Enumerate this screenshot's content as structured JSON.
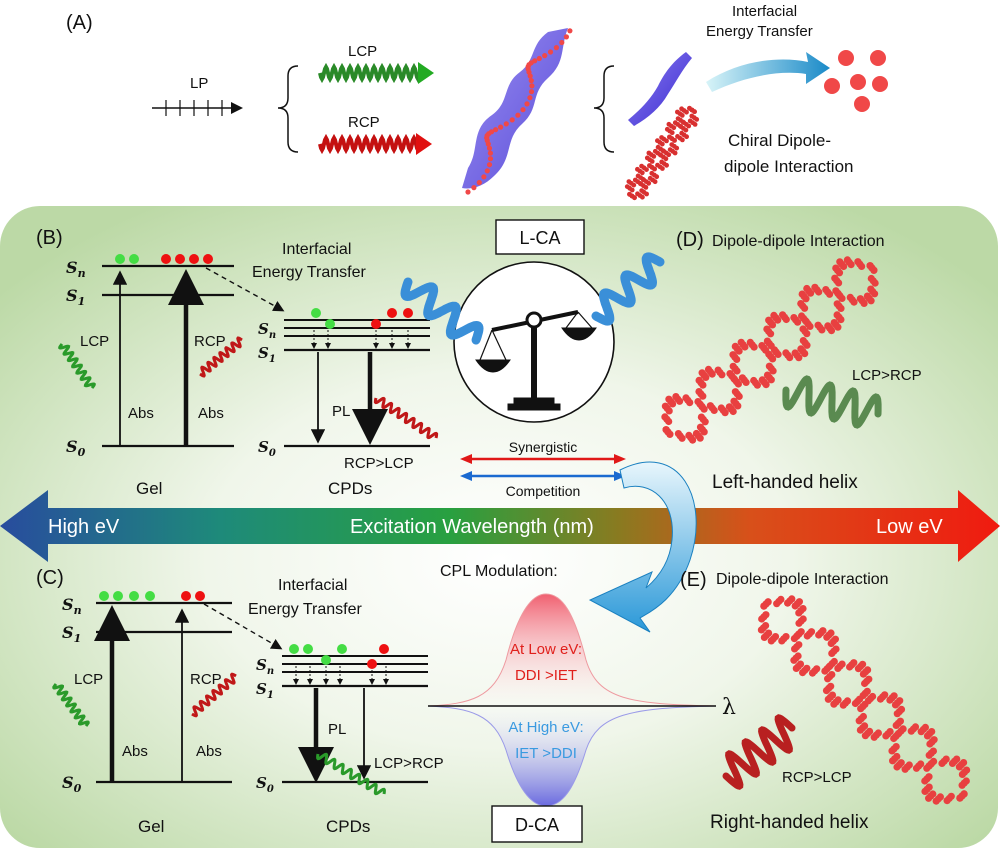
{
  "panels": {
    "a": "(A)",
    "b": "(B)",
    "c": "(C)",
    "d": "(D)",
    "e": "(E)"
  },
  "panel_a": {
    "lp": "LP",
    "lcp": "LCP",
    "rcp": "RCP",
    "iet_line1": "Interfacial",
    "iet_line2": "Energy Transfer",
    "cddi_line1": "Chiral Dipole-",
    "cddi_line2": "dipole Interaction"
  },
  "energy_levels": {
    "sn": "S",
    "sn_sub": "n",
    "s1": "S",
    "s1_sub": "1",
    "s0": "S",
    "s0_sub": "0"
  },
  "panel_b": {
    "iet_line1": "Interfacial",
    "iet_line2": "Energy Transfer",
    "lcp": "LCP",
    "rcp": "RCP",
    "abs": "Abs",
    "pl": "PL",
    "emission": "RCP>LCP",
    "gel": "Gel",
    "cpds": "CPDs"
  },
  "panel_c": {
    "iet_line1": "Interfacial",
    "iet_line2": "Energy Transfer",
    "lcp": "LCP",
    "rcp": "RCP",
    "abs": "Abs",
    "pl": "PL",
    "emission": "LCP>RCP",
    "gel": "Gel",
    "cpds": "CPDs"
  },
  "center": {
    "lca": "L-CA",
    "dca": "D-CA",
    "synergistic": "Synergistic",
    "competition": "Competition",
    "cpl_modulation": "CPL Modulation:",
    "low_ev_line1": "At Low eV:",
    "low_ev_line2": "DDI >IET",
    "high_ev_line1": "At High eV:",
    "high_ev_line2": "IET >DDI",
    "lambda": "λ"
  },
  "band": {
    "high": "High eV",
    "mid": "Excitation Wavelength (nm)",
    "low": "Low eV"
  },
  "panel_d": {
    "title": "Dipole-dipole Interaction",
    "ratio": "LCP>RCP",
    "helix": "Left-handed helix"
  },
  "panel_e": {
    "title": "Dipole-dipole Interaction",
    "ratio": "RCP>LCP",
    "helix": "Right-handed helix"
  },
  "colors": {
    "green_dot": "#44dd44",
    "red_dot": "#ee1111",
    "band_left": "#2a4fa0",
    "band_mid": "#1e9a40",
    "band_right": "#ee1a10",
    "panel_bg": "#cfe4c0",
    "low_ev_text": "#e0201c",
    "high_ev_text": "#3a9ae0"
  }
}
